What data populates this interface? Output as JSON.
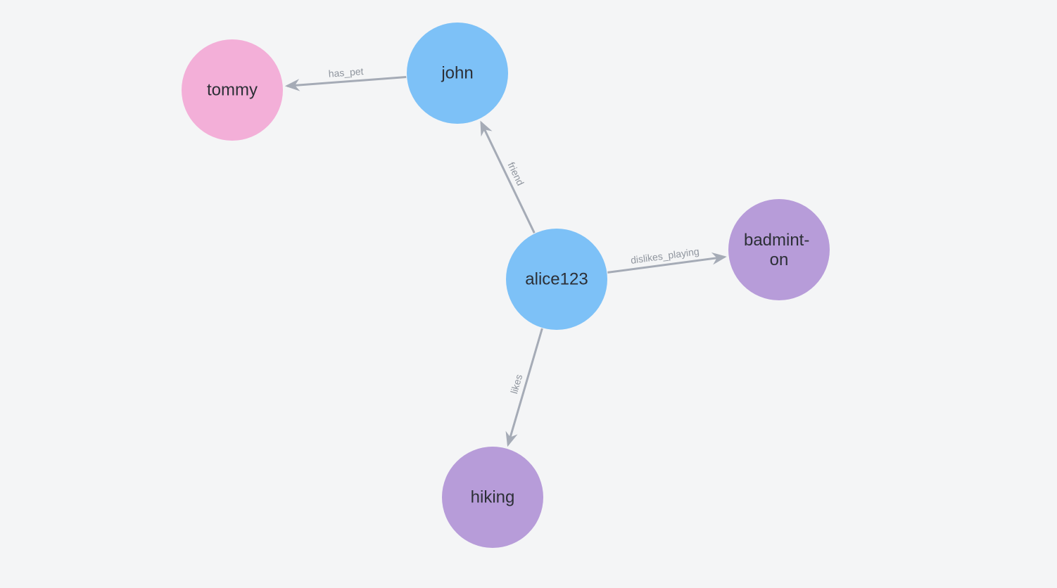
{
  "canvas": {
    "background_color": "#f4f5f6"
  },
  "palette": {
    "person_node_color": "#7dc1f7",
    "pet_node_color": "#f3afd8",
    "hobby_node_color": "#b79cd9",
    "edge_color": "#a5abb6",
    "edge_label_color": "#8f959e",
    "node_label_color": "#2c2f36"
  },
  "graph": {
    "nodes": [
      {
        "id": "tommy",
        "label": "tommy",
        "color": "#f3afd8"
      },
      {
        "id": "john",
        "label": "john",
        "color": "#7dc1f7"
      },
      {
        "id": "alice123",
        "label": "alice123",
        "color": "#7dc1f7"
      },
      {
        "id": "badminton",
        "label": "badminton",
        "label_lines": [
          "badmint-",
          "on"
        ],
        "color": "#b79cd9"
      },
      {
        "id": "hiking",
        "label": "hiking",
        "color": "#b79cd9"
      }
    ],
    "edges": [
      {
        "from": "john",
        "to": "tommy",
        "label": "has_pet"
      },
      {
        "from": "alice123",
        "to": "john",
        "label": "friend"
      },
      {
        "from": "alice123",
        "to": "badminton",
        "label": "dislikes_playing"
      },
      {
        "from": "alice123",
        "to": "hiking",
        "label": "likes"
      }
    ]
  }
}
